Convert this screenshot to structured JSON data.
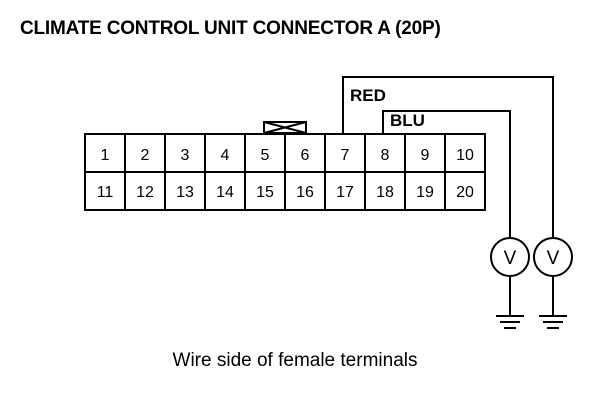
{
  "title": "CLIMATE CONTROL UNIT CONNECTOR A (20P)",
  "caption": "Wire side of female terminals",
  "connector": {
    "pins_row1": [
      "1",
      "2",
      "3",
      "4",
      "5",
      "6",
      "7",
      "8",
      "9",
      "10"
    ],
    "pins_row2": [
      "11",
      "12",
      "13",
      "14",
      "15",
      "16",
      "17",
      "18",
      "19",
      "20"
    ]
  },
  "wires": {
    "red_label": "RED",
    "blu_label": "BLU"
  },
  "meters": {
    "left_symbol": "V",
    "right_symbol": "V"
  }
}
